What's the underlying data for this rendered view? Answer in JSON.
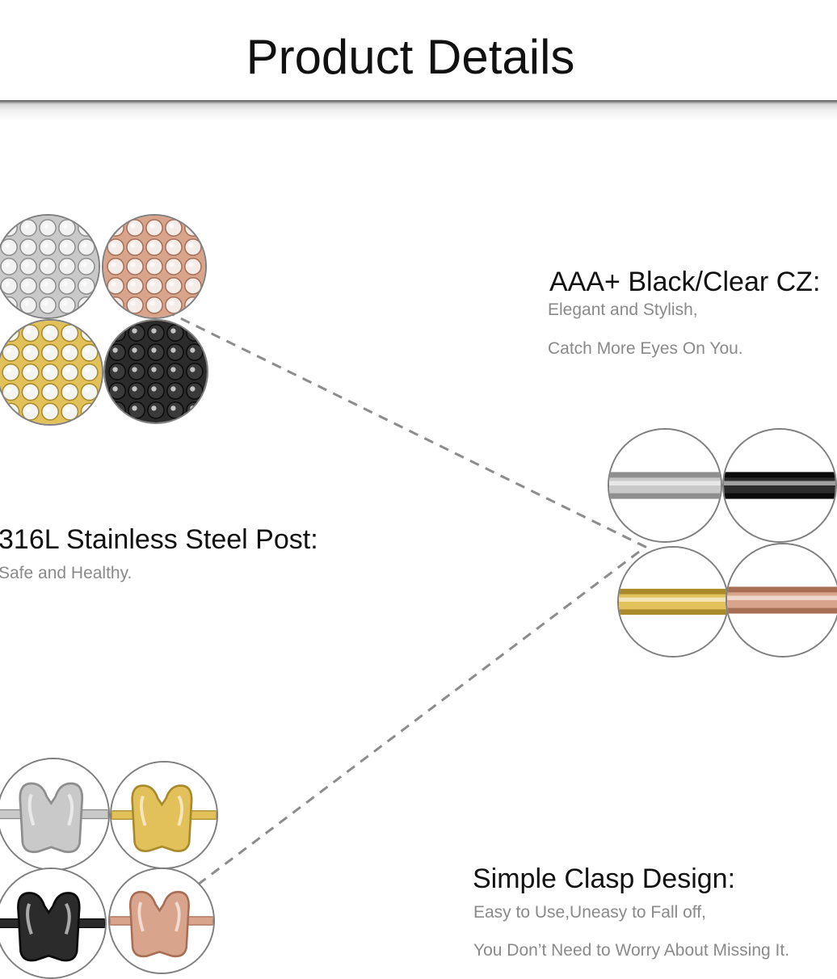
{
  "header": {
    "title": "Product Details"
  },
  "features": {
    "cz": {
      "heading": "AAA+ Black/Clear CZ:",
      "lines": [
        "Elegant and Stylish,",
        "Catch More Eyes On You."
      ]
    },
    "post": {
      "heading": "316L Stainless Steel Post:",
      "lines": [
        "Safe and Healthy."
      ]
    },
    "clasp": {
      "heading": "Simple Clasp Design:",
      "lines": [
        "Easy to Use,Uneasy to Fall off,",
        "You Don’t Need to Worry About Missing It."
      ]
    }
  },
  "finishes": [
    {
      "name": "silver",
      "color": "#c9c9c9",
      "dark": "#8e8e8e",
      "stone": "#f2f2f2"
    },
    {
      "name": "rose-gold",
      "color": "#d9a48c",
      "dark": "#a86d55",
      "stone": "#f3ece8"
    },
    {
      "name": "gold",
      "color": "#e2c15a",
      "dark": "#a88a2a",
      "stone": "#f4f4f0"
    },
    {
      "name": "black",
      "color": "#2b2b2b",
      "dark": "#0b0b0b",
      "stone": "#3a3a3a"
    }
  ],
  "icons": {
    "cz": "pave-cz-stone-icon",
    "post": "steel-post-icon",
    "clasp": "butterfly-clasp-icon"
  }
}
